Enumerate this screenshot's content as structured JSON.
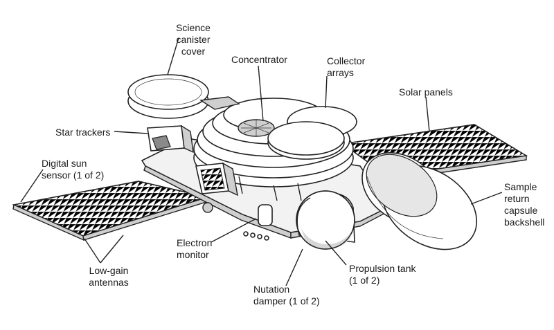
{
  "labels": {
    "science_canister_cover": "Science\ncanister\ncover",
    "concentrator": "Concentrator",
    "collector_arrays": "Collector\narrays",
    "solar_panels": "Solar panels",
    "star_trackers": "Star trackers",
    "digital_sun_sensor": "Digital sun\nsensor (1 of 2)",
    "sample_return_capsule_backshell": "Sample\nreturn\ncapsule\nbackshell",
    "electron_monitor": "Electron\nmonitor",
    "low_gain_antennas": "Low-gain\nantennas",
    "propulsion_tank": "Propulsion tank\n(1 of 2)",
    "nutation_damper": "Nutation\ndamper (1 of 2)"
  }
}
